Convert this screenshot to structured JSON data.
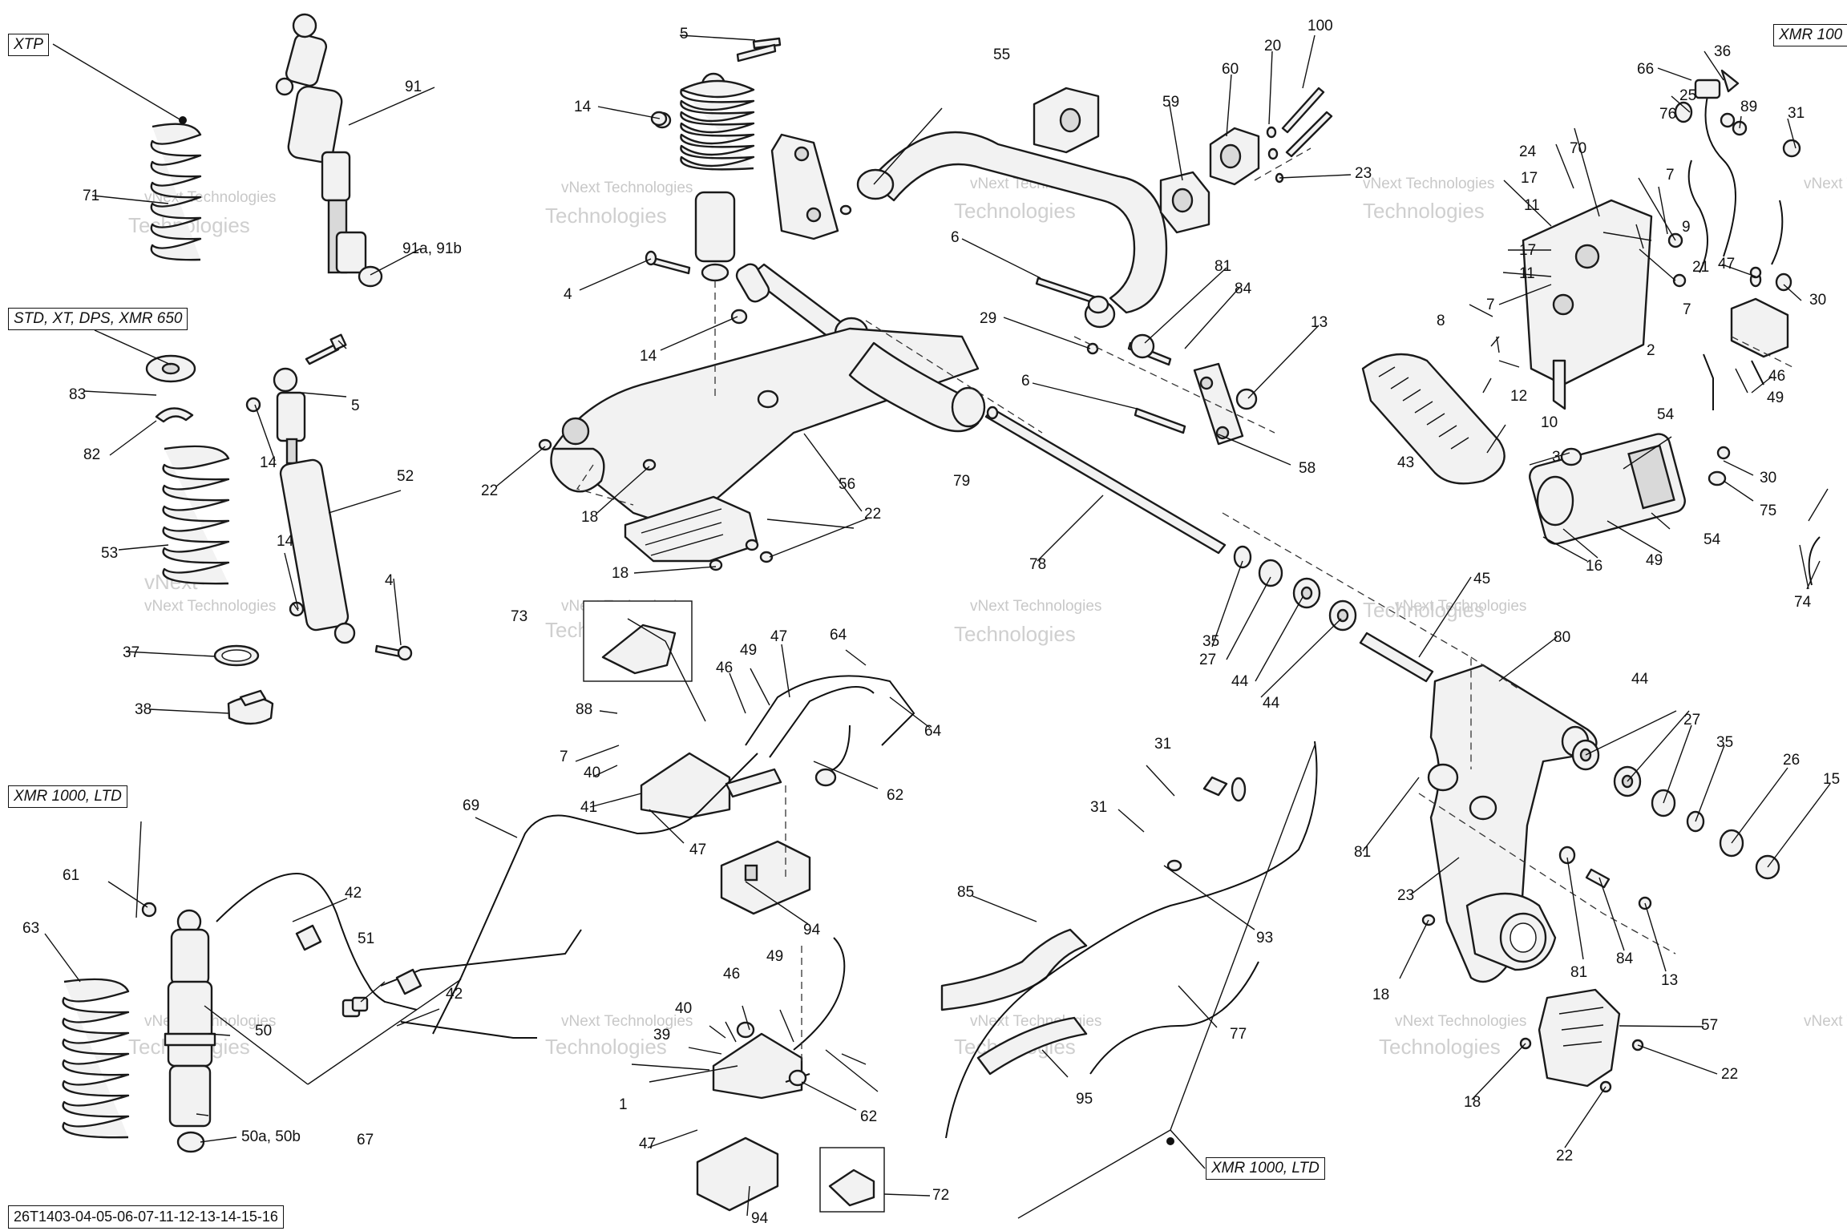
{
  "diagram": {
    "reference_code": "26T1403-04-05-06-07-11-12-13-14-15-16",
    "variant_tags": [
      "XTP",
      "STD, XT, DPS, XMR 650",
      "XMR 1000, LTD",
      "XMR 1000, LTD",
      "XMR 100"
    ],
    "watermark": [
      "vNext Technologies",
      "vNext",
      "Technologies"
    ],
    "callouts": {
      "c5a": "5",
      "c100": "100",
      "c20": "20",
      "c36": "36",
      "c66": "66",
      "c91": "91",
      "c55": "55",
      "c60": "60",
      "c14a": "14",
      "c59": "59",
      "c25": "25",
      "c89": "89",
      "c31a": "31",
      "c76": "76",
      "c24": "24",
      "c70": "70",
      "c71": "71",
      "c91ab": "91a, 91b",
      "c23a": "23",
      "c17a": "17",
      "c11a": "11",
      "c7a": "7",
      "c9": "9",
      "c6a": "6",
      "c81a": "81",
      "c84a": "84",
      "c17b": "17",
      "c11b": "11",
      "c47a": "47",
      "c21": "21",
      "c30a": "30",
      "c4a": "4",
      "c7b": "7",
      "c7c": "7",
      "c29": "29",
      "c14b": "14",
      "c13a": "13",
      "c8": "8",
      "c2": "2",
      "c83": "83",
      "c5b": "5",
      "c6b": "6",
      "c12": "12",
      "c46a": "46",
      "c43": "43",
      "c10": "10",
      "c49a": "49",
      "c82": "82",
      "c14c": "14",
      "c54a": "54",
      "c58": "58",
      "c3": "3",
      "c52": "52",
      "c22a": "22",
      "c79": "79",
      "c30b": "30",
      "c56": "56",
      "c75": "75",
      "c18a": "18",
      "c22b": "22",
      "c53": "53",
      "c14d": "14",
      "c54b": "54",
      "c16": "16",
      "c49b": "49",
      "c78": "78",
      "c18b": "18",
      "c4b": "4",
      "c74": "74",
      "c45": "45",
      "c73": "73",
      "c35a": "35",
      "c37": "37",
      "c27a": "27",
      "c80": "80",
      "c49c": "49",
      "c47b": "47",
      "c64a": "64",
      "c46b": "46",
      "c44a": "44",
      "c44b": "44",
      "c44c": "44",
      "c38": "38",
      "c88": "88",
      "c64b": "64",
      "c27b": "27",
      "c35b": "35",
      "c7d": "7",
      "c31b": "31",
      "c26": "26",
      "c40a": "40",
      "c15": "15",
      "c62a": "62",
      "c41": "41",
      "c69": "69",
      "c47c": "47",
      "c31c": "31",
      "c81b": "81",
      "c61": "61",
      "c85": "85",
      "c94a": "94",
      "c42a": "42",
      "c23b": "23",
      "c63": "63",
      "c93": "93",
      "c51": "51",
      "c81c": "81",
      "c84b": "84",
      "c13b": "13",
      "c42b": "42",
      "c49d": "49",
      "c50": "50",
      "c46c": "46",
      "c40b": "40",
      "c39": "39",
      "c18c": "18",
      "c77": "77",
      "c57": "57",
      "c22c": "22",
      "c1": "1",
      "c95": "95",
      "c62b": "62",
      "c18d": "18",
      "c67": "67",
      "c50ab": "50a, 50b",
      "c47d": "47",
      "c22d": "22",
      "c72": "72",
      "c94b": "94"
    }
  }
}
